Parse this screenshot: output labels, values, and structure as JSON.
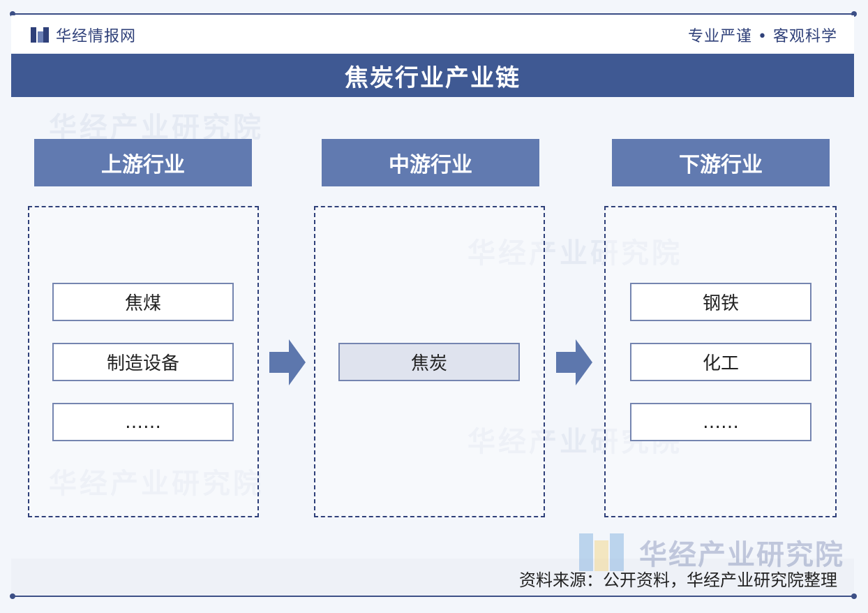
{
  "header": {
    "brand": "华经情报网",
    "slogan": "专业严谨 • 客观科学"
  },
  "title": "焦炭行业产业链",
  "columns": [
    {
      "heading": "上游行业",
      "items": [
        "焦煤",
        "制造设备",
        "……"
      ]
    },
    {
      "heading": "中游行业",
      "items": [
        "焦炭"
      ]
    },
    {
      "heading": "下游行业",
      "items": [
        "钢铁",
        "化工",
        "……"
      ]
    }
  ],
  "watermark": "华经产业研究院",
  "source": "资料来源：公开资料，华经产业研究院整理",
  "colors": {
    "navy": "#2f4079",
    "title_bar": "#3f5993",
    "column_header": "#617ab0",
    "arrow": "#5d77ad",
    "highlight_box": "#dfe3ee"
  },
  "icons": [
    "brand-logo-icon",
    "right-arrow-icon"
  ]
}
